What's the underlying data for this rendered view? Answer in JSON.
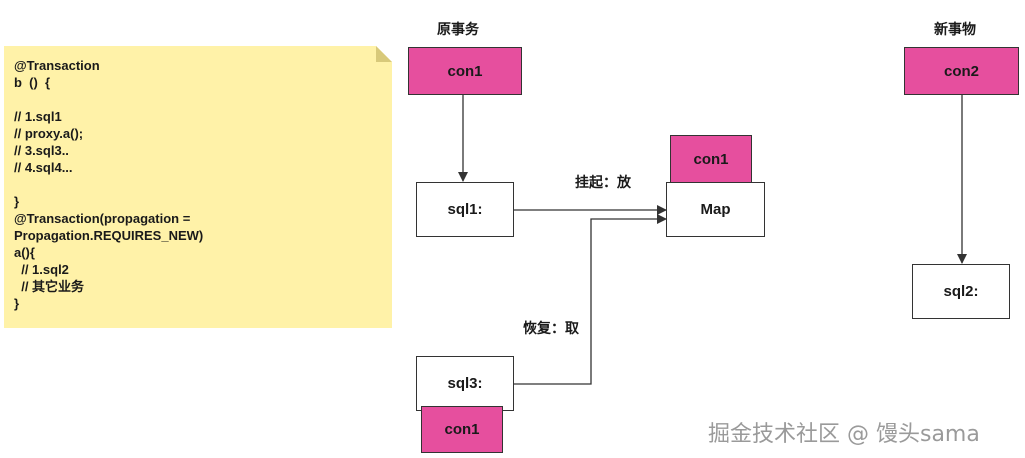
{
  "note": {
    "lines": [
      "@Transaction",
      "b  ()  {",
      "",
      "// 1.sql1",
      "// proxy.a();",
      "// 3.sql3..",
      "// 4.sql4...",
      "",
      "}",
      "@Transaction(propagation =",
      "Propagation.REQUIRES_NEW)",
      "a(){",
      "  // 1.sql2",
      "  // 其它业务",
      "}"
    ]
  },
  "headers": {
    "original": "原事务",
    "new": "新事物"
  },
  "boxes": {
    "con1_top": "con1",
    "sql1": "sql1:",
    "con1_map": "con1",
    "map": "Map",
    "sql3": "sql3:",
    "con1_bottom": "con1",
    "con2": "con2",
    "sql2": "sql2:"
  },
  "edge_labels": {
    "suspend": "挂起：放",
    "resume": "恢复：取"
  },
  "watermark": "掘金技术社区 @ 馒头sama",
  "colors": {
    "note_bg": "#fff2a8",
    "connection_fill": "#e64f9e",
    "box_border": "#333333"
  }
}
